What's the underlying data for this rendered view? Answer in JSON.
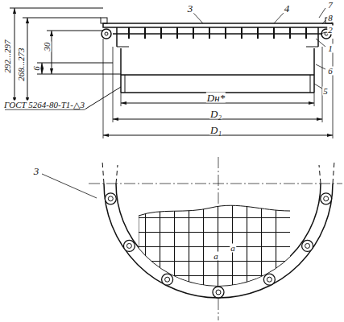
{
  "diagram": {
    "labels": [
      "3",
      "4",
      "7",
      "8",
      "2",
      "1",
      "6",
      "5",
      "292...297",
      "268...273",
      "6",
      "30",
      "ГОСТ 5264-80-Т1-△3",
      "Dн*",
      "D₂",
      "D₁",
      "3",
      "a",
      "a"
    ]
  }
}
